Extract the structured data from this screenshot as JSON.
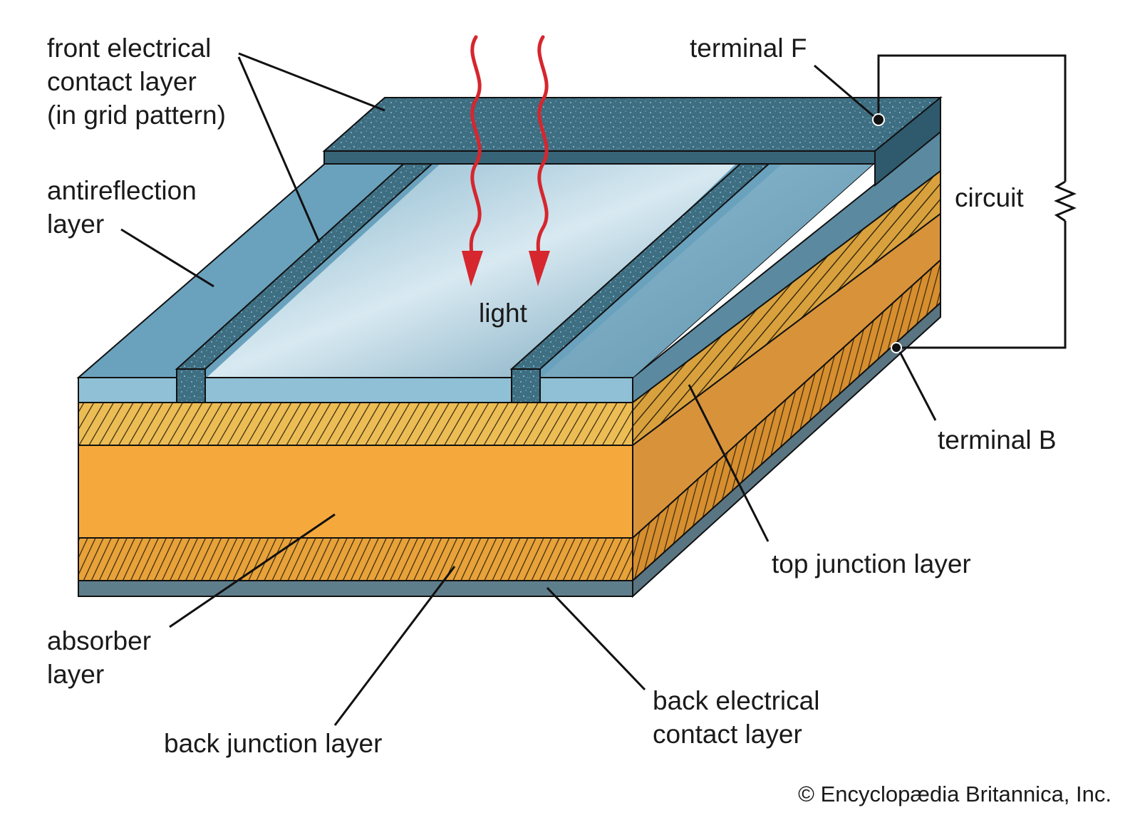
{
  "labels": {
    "front_contact": [
      "front electrical",
      "contact layer",
      "(in grid pattern)"
    ],
    "antireflection": [
      "antireflection",
      "layer"
    ],
    "light": "light",
    "terminal_f": "terminal F",
    "circuit": "circuit",
    "terminal_b": "terminal B",
    "top_junction": "top junction layer",
    "absorber": [
      "absorber",
      "layer"
    ],
    "back_junction": "back junction layer",
    "back_contact": [
      "back electrical",
      "contact layer"
    ]
  },
  "copyright": "© Encyclopædia Britannica, Inc.",
  "colors": {
    "contact_grid": "#3e6e82",
    "antireflection_top": "#6aa2bd",
    "antireflection_front": "#8fc0d6",
    "cell_surface_light": "#d8e9f1",
    "junction": "#e8b54a",
    "absorber_front": "#f5a93d",
    "absorber_side": "#d8933a",
    "back_contact": "#5f7e8c",
    "light_arrow": "#d6262e",
    "outline": "#111111"
  },
  "icons": [
    "resistor-icon",
    "wavy-arrow-icon"
  ]
}
